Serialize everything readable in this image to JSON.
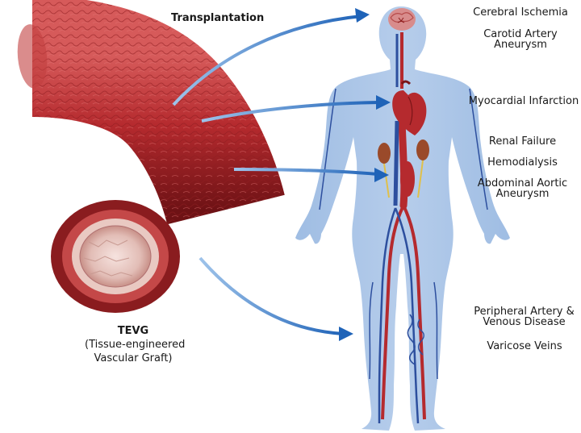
{
  "caption": {
    "transplantation": "Transplantation",
    "tevg_title": "TEVG",
    "tevg_sub1": "(Tissue-engineered",
    "tevg_sub2": "Vascular Graft)"
  },
  "conditions": {
    "cerebral_ischemia": "Cerebral Ischemia",
    "carotid_line1": "Carotid Artery",
    "carotid_line2": "Aneurysm",
    "myocardial": "Myocardial Infarction",
    "renal": "Renal Failure",
    "hemodialysis": "Hemodialysis",
    "aaa_line1": "Abdominal Aortic",
    "aaa_line2": "Aneurysm",
    "peripheral_line1": "Peripheral Artery &",
    "peripheral_line2": "Venous Disease",
    "varicose": "Varicose Veins"
  },
  "colors": {
    "body_fill": "#a9c4e6",
    "vessel_red": "#b52a2e",
    "vessel_dark": "#7a1518",
    "vein_blue": "#2d4f9e",
    "arrow_blue": "#2a6ec0",
    "kidney": "#9a4a2a"
  }
}
